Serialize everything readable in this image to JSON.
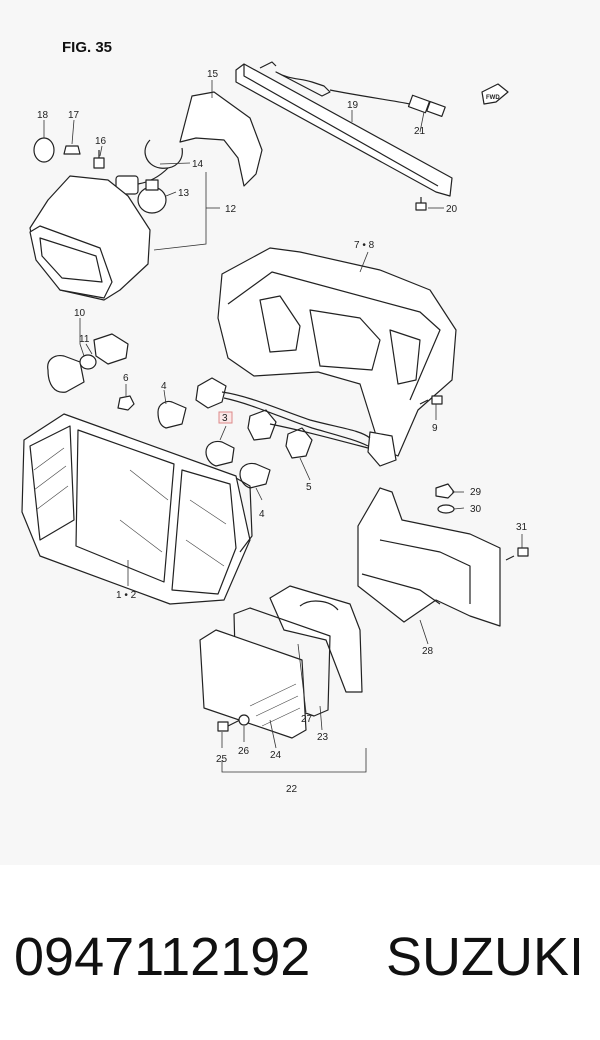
{
  "figure": {
    "title": "FIG. 35",
    "callouts": {
      "c15": "15",
      "c19": "19",
      "c18": "18",
      "c17": "17",
      "c16": "16",
      "c14": "14",
      "c13": "13",
      "c12": "12",
      "c21": "21",
      "c20": "20",
      "c78": "7 • 8",
      "c10": "10",
      "c11": "11",
      "c6": "6",
      "c4a": "4",
      "c3": "3",
      "c4b": "4",
      "c5": "5",
      "c9": "9",
      "c12b": "1 • 2",
      "c29": "29",
      "c30": "30",
      "c31": "31",
      "c28": "28",
      "c27": "27",
      "c23": "23",
      "c25": "25",
      "c26": "26",
      "c24": "24",
      "c22": "22"
    },
    "fwd_label": "FWD"
  },
  "footer": {
    "part_number": "0947112192",
    "brand": "SUZUKI"
  }
}
